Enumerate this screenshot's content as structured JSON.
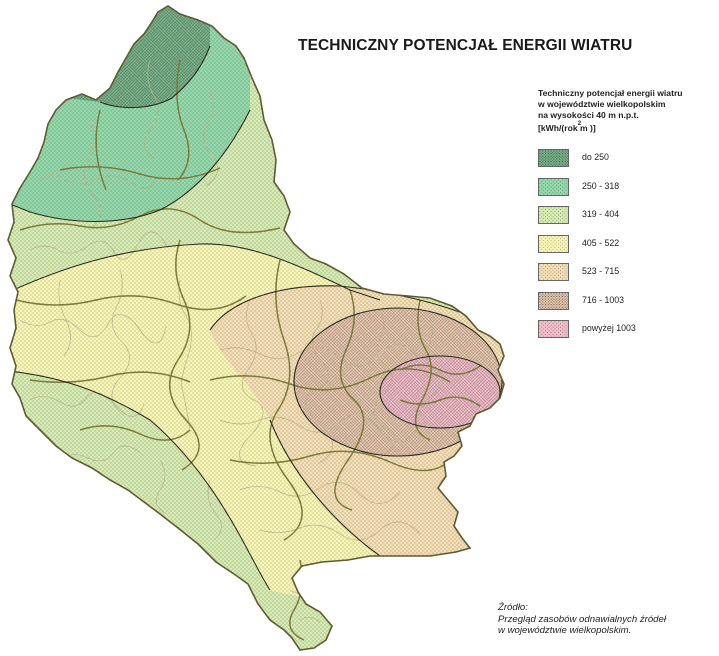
{
  "title": "TECHNICZNY POTENCJAŁ ENERGII WIATRU",
  "legend": {
    "title_lines": [
      "Techniczny potencjał energii wiatru",
      "w województwie wielkopolskim",
      "na wysokości 40 m n.p.t.",
      "[kWh/(rok m )]"
    ],
    "superscript": "2",
    "items": [
      {
        "label": "do 250",
        "color": "#79b48a",
        "pattern": "dots-dark"
      },
      {
        "label": "250 - 318",
        "color": "#93d8a9",
        "pattern": "dots"
      },
      {
        "label": "319 - 404",
        "color": "#d6ebb1",
        "pattern": "dots"
      },
      {
        "label": "405 - 522",
        "color": "#f8f6b5",
        "pattern": "dots"
      },
      {
        "label": "523 - 715",
        "color": "#f4deb3",
        "pattern": "dots"
      },
      {
        "label": "716 - 1003",
        "color": "#e8c8ae",
        "pattern": "dots-dark"
      },
      {
        "label": "powyżej 1003",
        "color": "#f2bdc9",
        "pattern": "dots"
      }
    ]
  },
  "source": {
    "label": "Źródło:",
    "lines": [
      "Przegląd zasobów odnawialnych źródeł",
      "w województwie wielkopolskim."
    ]
  },
  "colors": {
    "county_border": "#7c7a3c",
    "district_border": "#b9b38a",
    "zone_line": "#2d2d20",
    "outer_border": "#5e5b32"
  }
}
